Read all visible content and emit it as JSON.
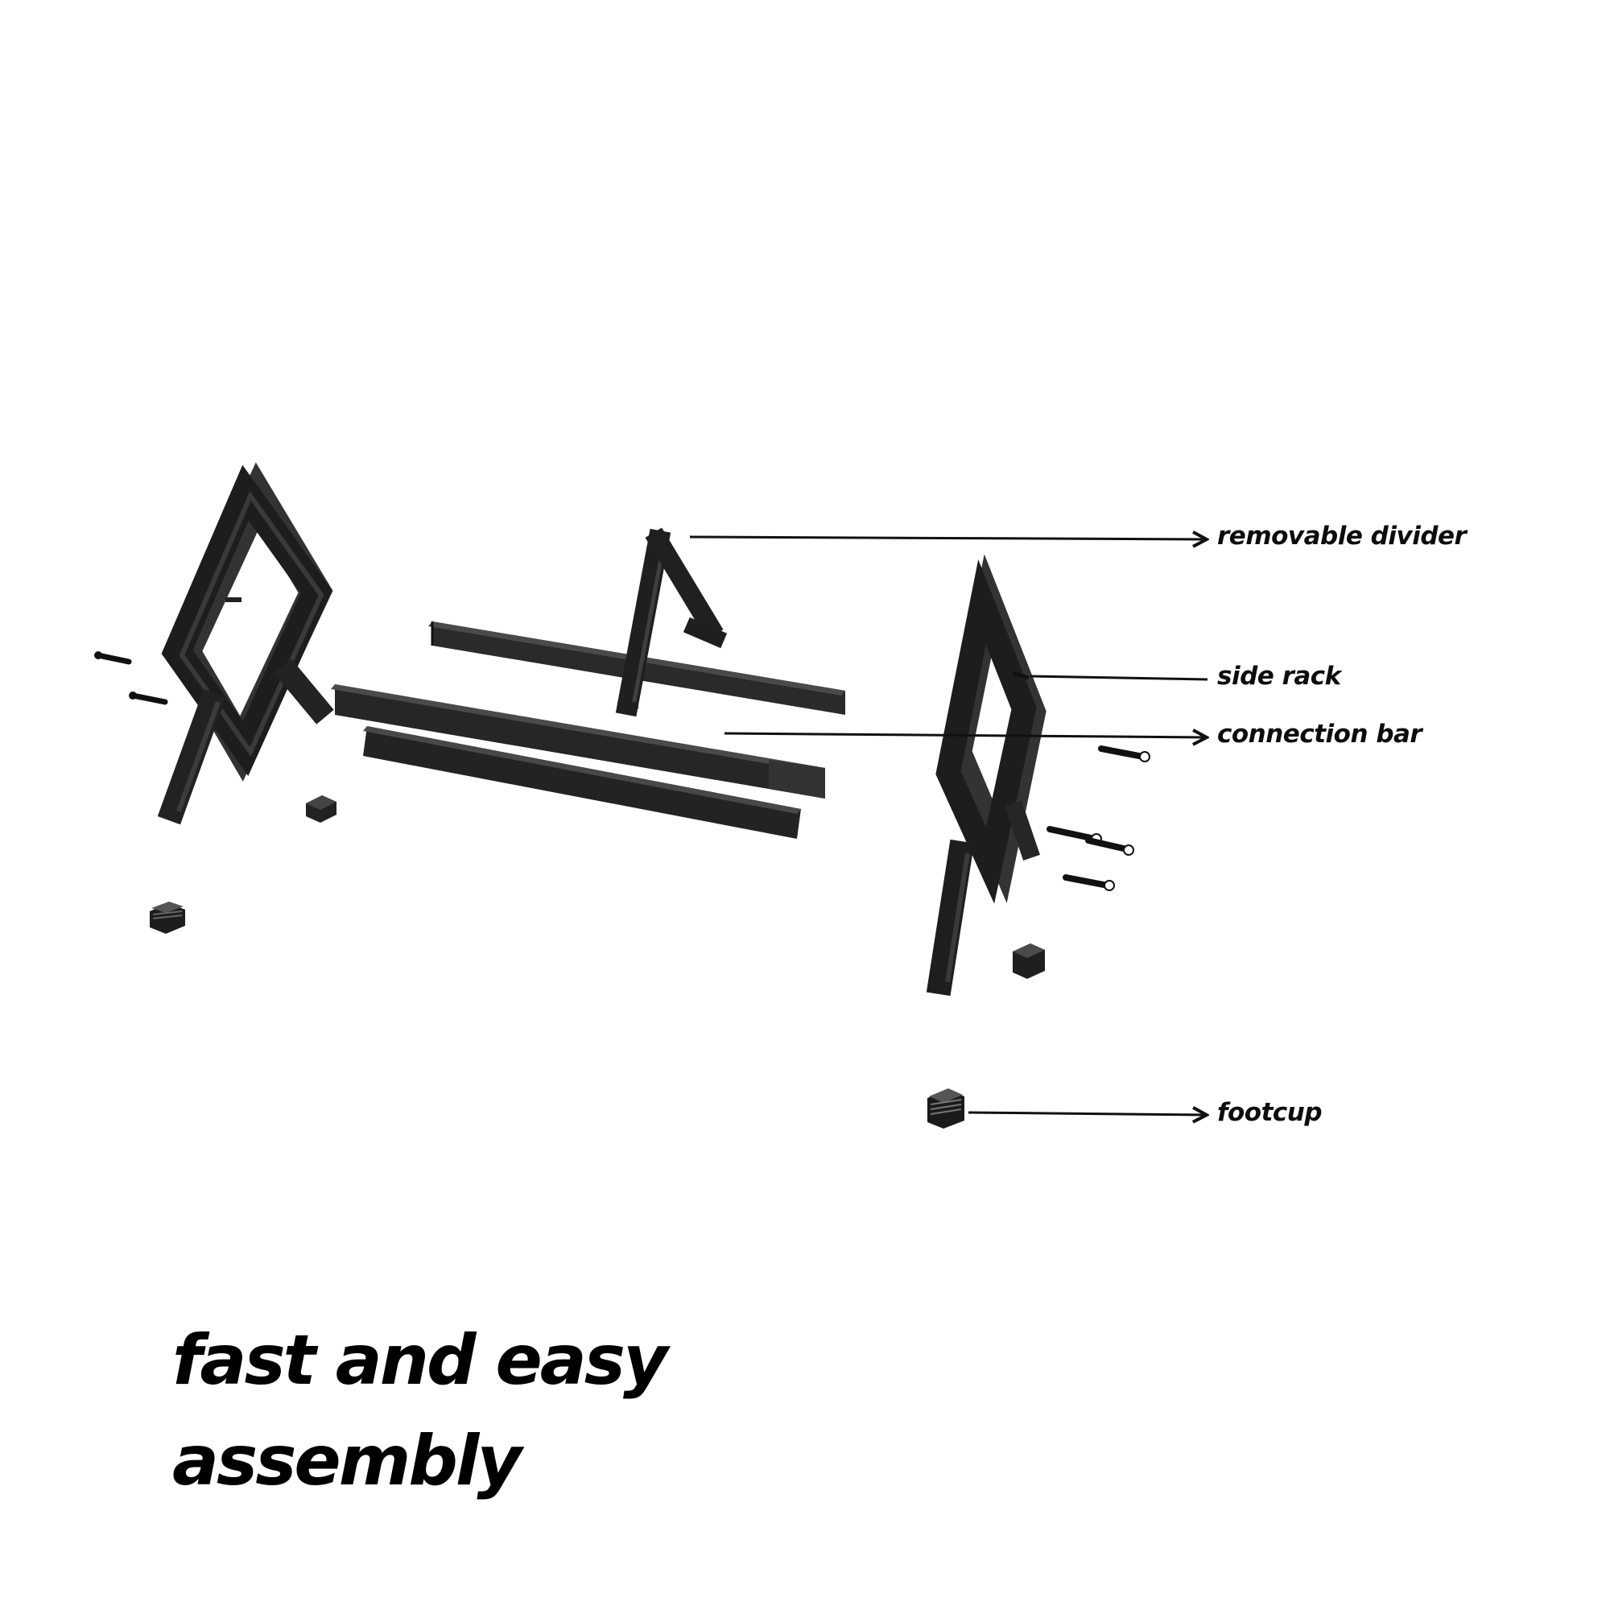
{
  "labels": {
    "removable_divider": "removable divider",
    "side_rack": "side rack",
    "connection_bar": "connection bar",
    "footcup": "footcup"
  },
  "headline": {
    "line1": "fast and easy",
    "line2": "assembly"
  },
  "colors": {
    "background": "#ffffff",
    "metal_dark": "#1c1c1c",
    "metal_mid": "#2e2e2e",
    "metal_light": "#474747",
    "text": "#000000"
  }
}
